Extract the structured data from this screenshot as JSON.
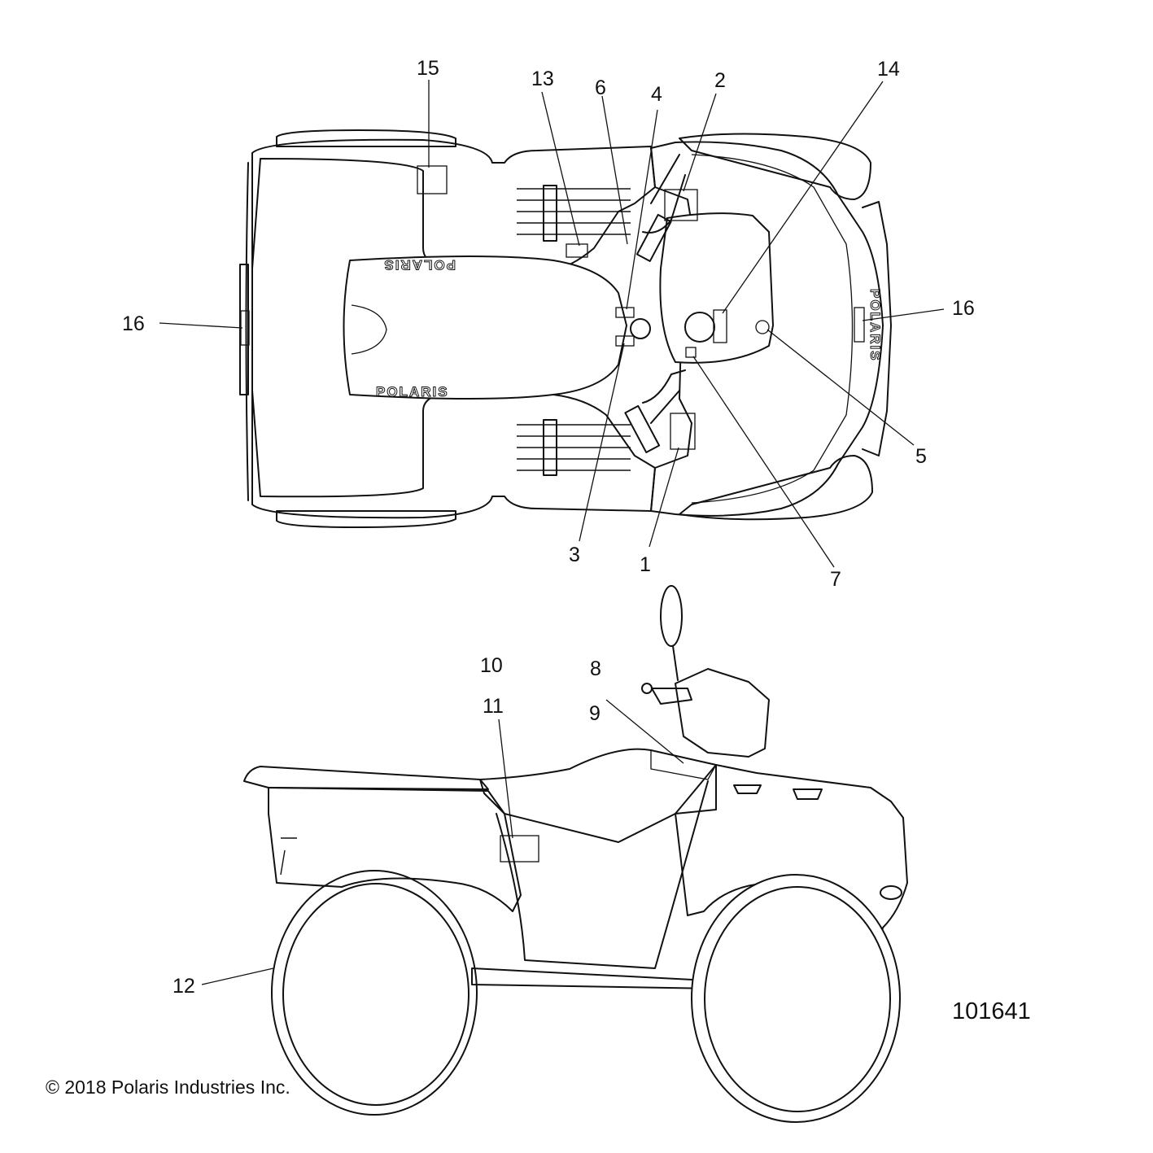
{
  "callouts": [
    {
      "id": "c15",
      "text": "15"
    },
    {
      "id": "c13",
      "text": "13"
    },
    {
      "id": "c6",
      "text": "6"
    },
    {
      "id": "c4",
      "text": "4"
    },
    {
      "id": "c2",
      "text": "2"
    },
    {
      "id": "c14",
      "text": "14"
    },
    {
      "id": "c16a",
      "text": "16"
    },
    {
      "id": "c16b",
      "text": "16"
    },
    {
      "id": "c5",
      "text": "5"
    },
    {
      "id": "c3",
      "text": "3"
    },
    {
      "id": "c1",
      "text": "1"
    },
    {
      "id": "c7",
      "text": "7"
    },
    {
      "id": "c10",
      "text": "10"
    },
    {
      "id": "c8",
      "text": "8"
    },
    {
      "id": "c11",
      "text": "11"
    },
    {
      "id": "c9",
      "text": "9"
    },
    {
      "id": "c12",
      "text": "12"
    }
  ],
  "brand_text": [
    "POLARIS",
    "POLARIS"
  ],
  "figure_number": "101641",
  "copyright": "© 2018 Polaris Industries Inc."
}
